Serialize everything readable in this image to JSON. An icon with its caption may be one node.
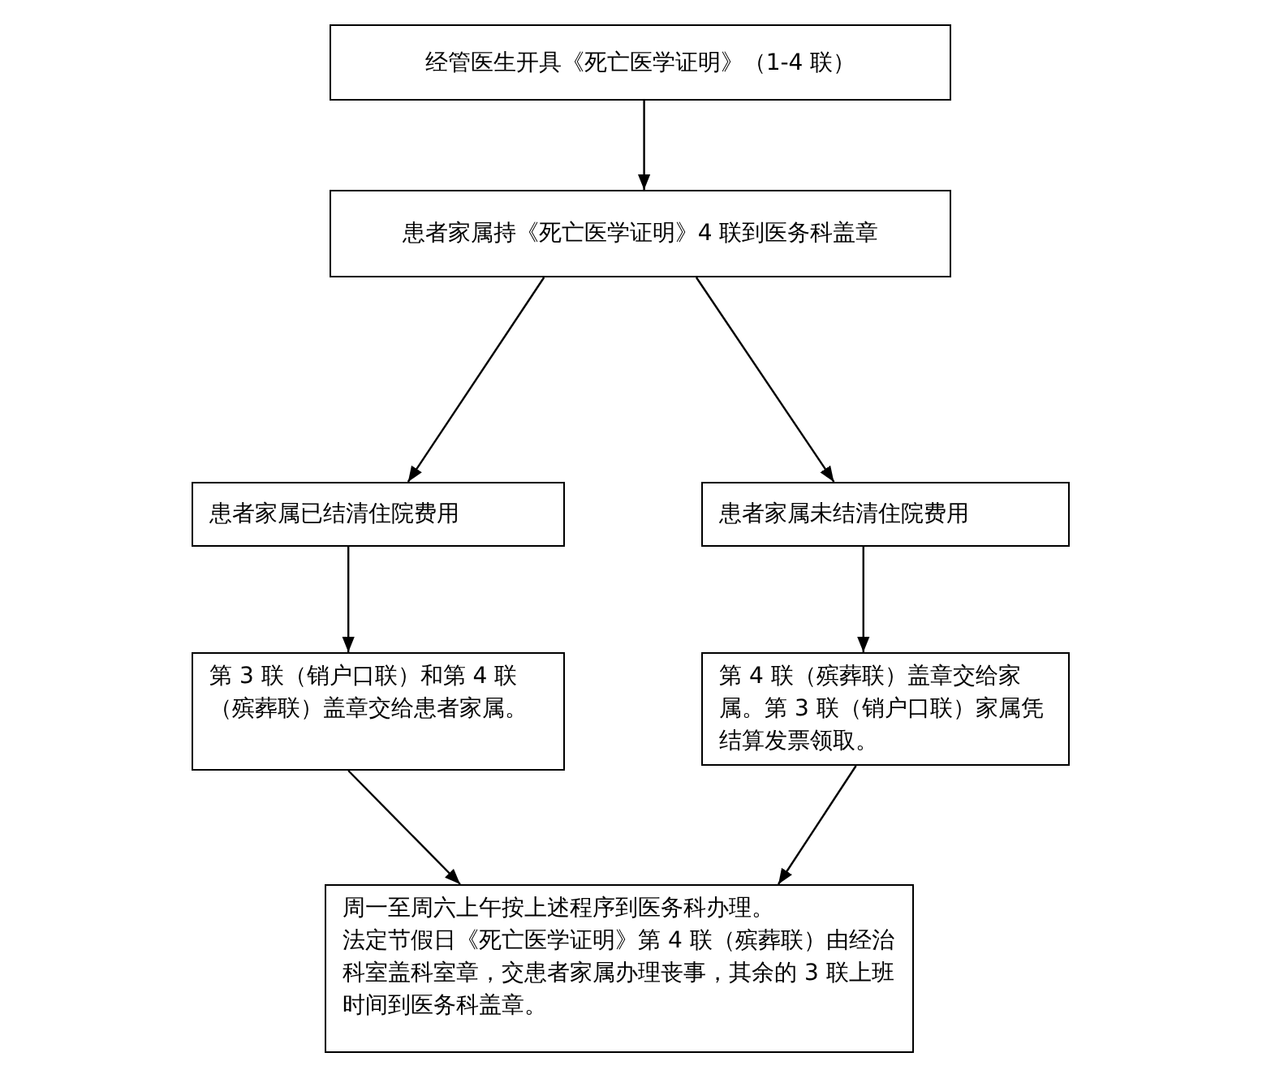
{
  "diagram": {
    "nodes": [
      {
        "text": [
          "经管医生开具《死亡医学证明》（1-4 联）"
        ]
      },
      {
        "text": [
          "患者家属持《死亡医学证明》4 联到医务科盖章"
        ]
      },
      {
        "text": [
          "患者家属已结清住院费用"
        ]
      },
      {
        "text": [
          "患者家属未结清住院费用"
        ]
      },
      {
        "text": [
          "第 3 联（销户口联）和第 4 联（殡葬联）盖章交给患者家属。"
        ]
      },
      {
        "text": [
          "第 4 联（殡葬联）盖章交给家属。第 3 联（销户口联）家属凭结算发票领取。"
        ]
      },
      {
        "text": [
          "周一至周六上午按上述程序到医务科办理。",
          "法定节假日《死亡医学证明》第 4 联（殡葬联）由经治科室盖科室章，交患者家属办理丧事，其余的 3 联上班时间到医务科盖章。"
        ]
      }
    ],
    "edges": [
      {
        "from": 0,
        "to": 1,
        "arrow": "to"
      },
      {
        "from": 1,
        "to": 2,
        "arrow": "to"
      },
      {
        "from": 1,
        "to": 3,
        "arrow": "to"
      },
      {
        "from": 2,
        "to": 4,
        "arrow": "to"
      },
      {
        "from": 3,
        "to": 5,
        "arrow": "to"
      },
      {
        "from": 4,
        "to": 6,
        "arrow": "to"
      },
      {
        "from": 5,
        "to": 6,
        "arrow": "to"
      }
    ]
  }
}
